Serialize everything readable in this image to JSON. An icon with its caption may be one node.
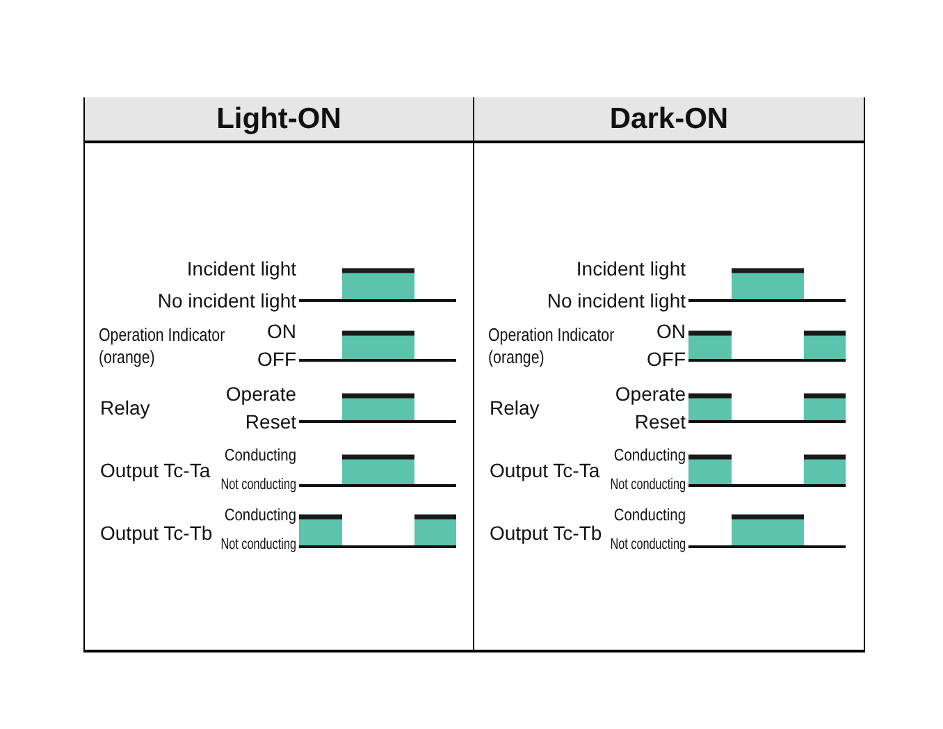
{
  "diagram": {
    "nodes": [
      {
        "text": [
          "Light-ON",
          "Incident light",
          "No incident light",
          "Operation Indicator (orange)",
          "ON",
          "OFF",
          "Relay",
          "Operate",
          "Reset",
          "Output Tc-Ta",
          "Conducting",
          "Not conducting",
          "Output Tc-Tb",
          "Conducting",
          "Not conducting"
        ]
      },
      {
        "text": [
          "Dark-ON",
          "Incident light",
          "No incident light",
          "Operation Indicator (orange)",
          "ON",
          "OFF",
          "Relay",
          "Operate",
          "Reset",
          "Output Tc-Ta",
          "Conducting",
          "Not conducting",
          "Output Tc-Tb",
          "Conducting",
          "Not conducting"
        ]
      }
    ]
  }
}
